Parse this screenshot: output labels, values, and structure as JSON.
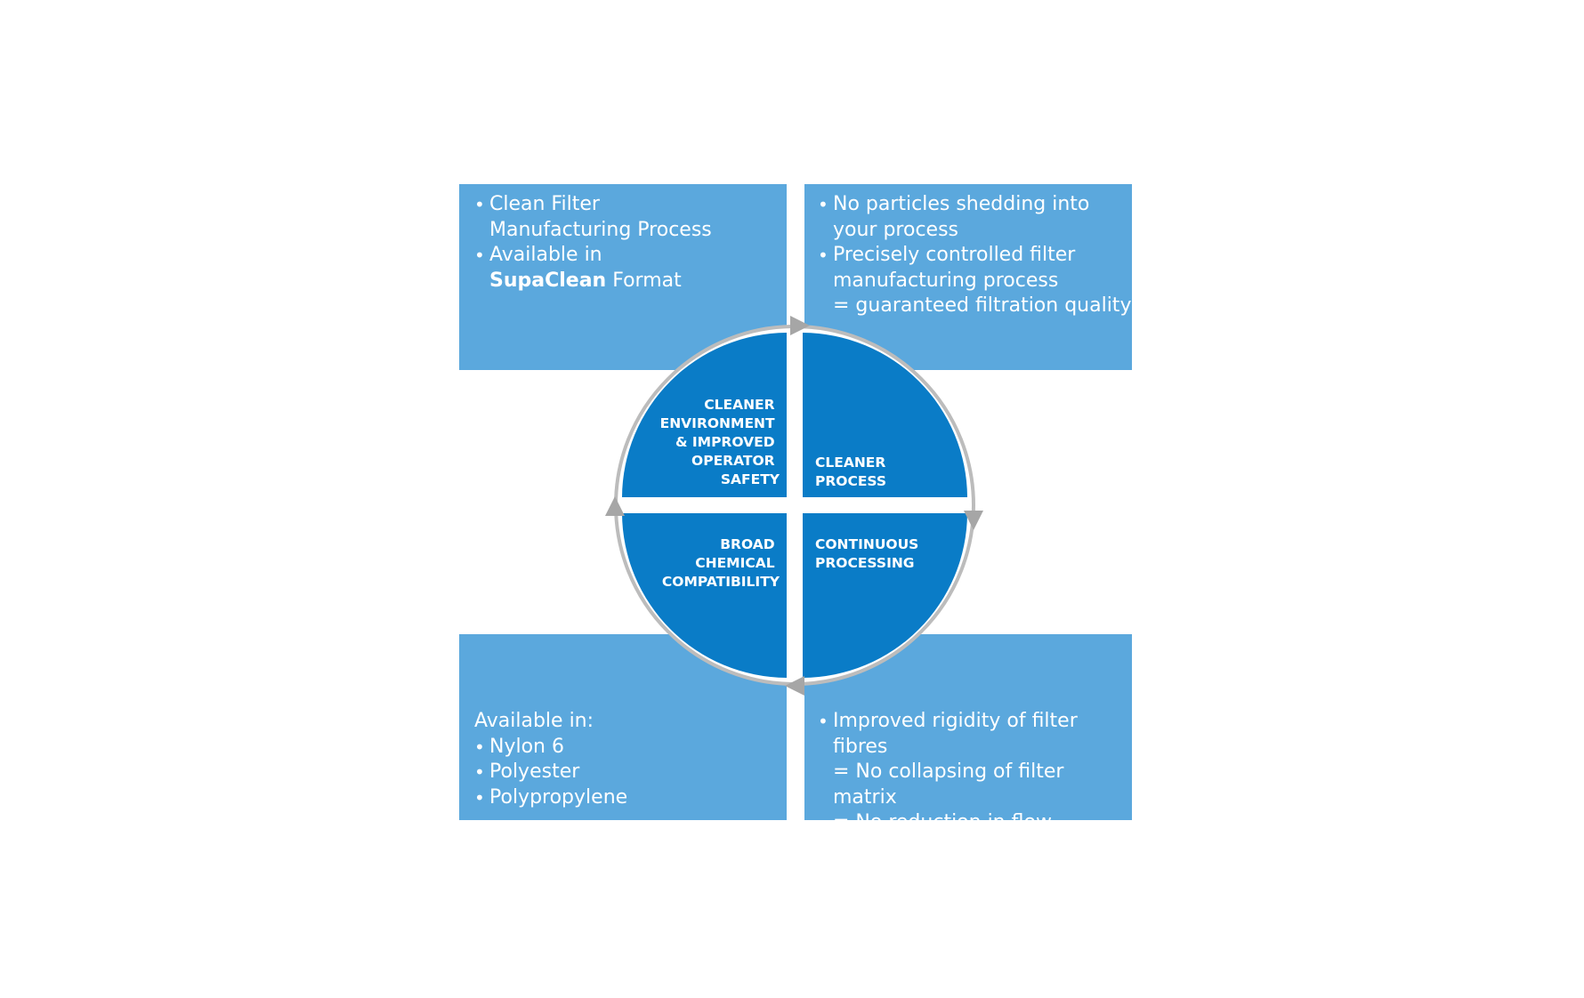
{
  "colors": {
    "box_fill": "#5ba8dd",
    "quadrant_fill": "#0a7cc7",
    "ring_stroke": "#bcbcbc",
    "arrow_fill": "#a6a6a6",
    "text": "#ffffff"
  },
  "boxes": {
    "top_left": {
      "items": [
        {
          "text": "Clean Filter\nManufacturing Process"
        },
        {
          "text": "Available in"
        }
      ],
      "continuation": {
        "bold": "SupaClean",
        "rest": " Format"
      }
    },
    "top_right": {
      "items": [
        {
          "text": "No particles shedding into\nyour process"
        },
        {
          "text": "Precisely controlled filter\nmanufacturing process\n= guaranteed filtration quality"
        }
      ]
    },
    "bottom_left": {
      "intro": "Available in:",
      "items": [
        {
          "text": "Nylon 6"
        },
        {
          "text": "Polyester"
        },
        {
          "text": "Polypropylene"
        }
      ]
    },
    "bottom_right": {
      "items": [
        {
          "text": "Improved rigidity of filter fibres\n= No collapsing of filter matrix\n= No reduction in flow\n= No mid-batch changeouts"
        }
      ]
    }
  },
  "quadrants": {
    "top_left": [
      "CLEANER",
      "ENVIRONMENT",
      "& IMPROVED",
      "OPERATOR",
      "SAFETY"
    ],
    "top_right": [
      "CLEANER",
      "PROCESS"
    ],
    "bottom_left": [
      "BROAD",
      "CHEMICAL",
      "COMPATIBILITY"
    ],
    "bottom_right": [
      "CONTINUOUS",
      "PROCESSING"
    ]
  }
}
